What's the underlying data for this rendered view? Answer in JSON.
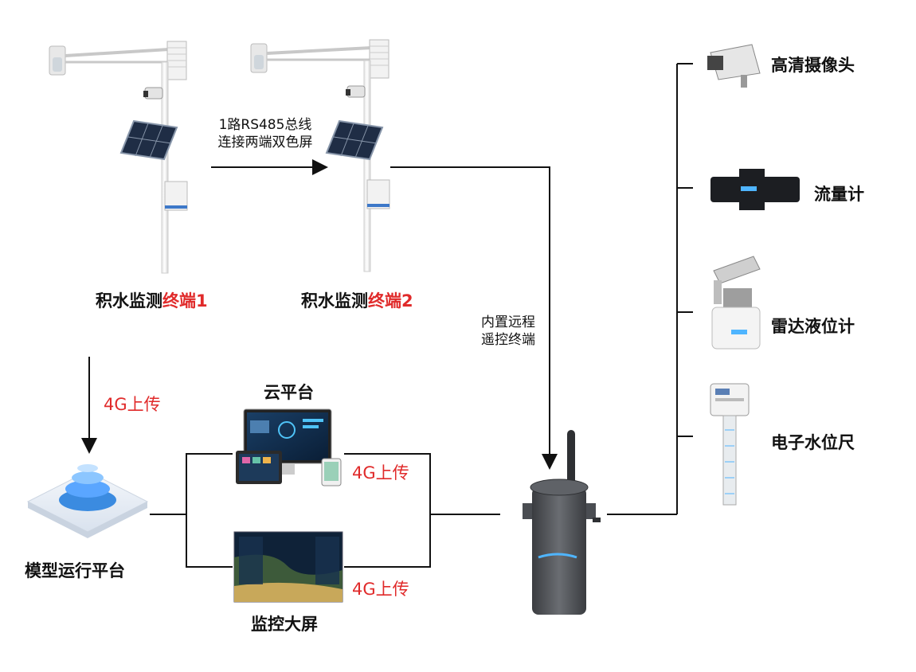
{
  "terminal1": {
    "prefix": "积水监测",
    "suffix": "终端1"
  },
  "terminal2": {
    "prefix": "积水监测",
    "suffix": "终端2"
  },
  "bus_note": {
    "line1": "1路RS485总线",
    "line2": "连接两端双色屏"
  },
  "remote_note": {
    "line1": "内置远程",
    "line2": "遥控终端"
  },
  "upload_4g": "4G上传",
  "cloud_platform": "云平台",
  "model_platform": "模型运行平台",
  "monitor_screen": "监控大屏",
  "devices": {
    "camera": "高清摄像头",
    "flowmeter": "流量计",
    "radar": "雷达液位计",
    "water_gauge": "电子水位尺"
  },
  "colors": {
    "accent_red": "#e02a2a",
    "line": "#111111",
    "device_gray": "#4a4d52"
  }
}
